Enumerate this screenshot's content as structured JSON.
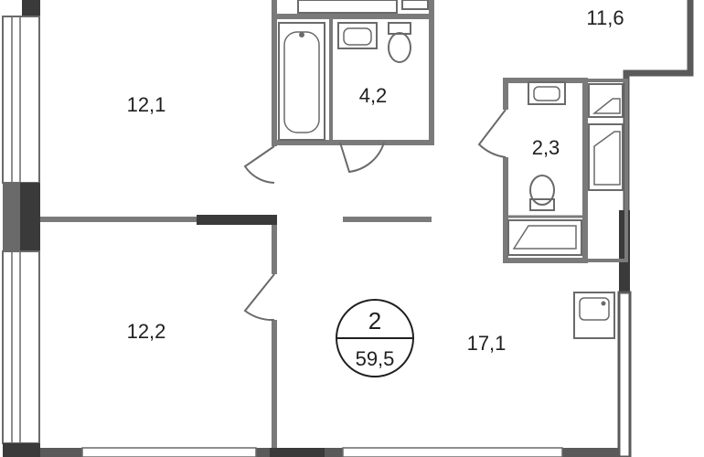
{
  "plan": {
    "room_count": "2",
    "total_area": "59,5",
    "rooms": [
      {
        "id": "bedroom-1",
        "area": "12,1"
      },
      {
        "id": "bedroom-2",
        "area": "12,2"
      },
      {
        "id": "bathroom",
        "area": "4,2"
      },
      {
        "id": "wc",
        "area": "2,3"
      },
      {
        "id": "kitchen",
        "area": "11,6"
      },
      {
        "id": "living-hall",
        "area": "17,1"
      }
    ]
  },
  "colors": {
    "wall": "#5a5a5a",
    "wall_dark": "#3a3a3a",
    "partition": "#7a7a7a",
    "fixture": "#6a6a6a",
    "background": "#ffffff"
  }
}
